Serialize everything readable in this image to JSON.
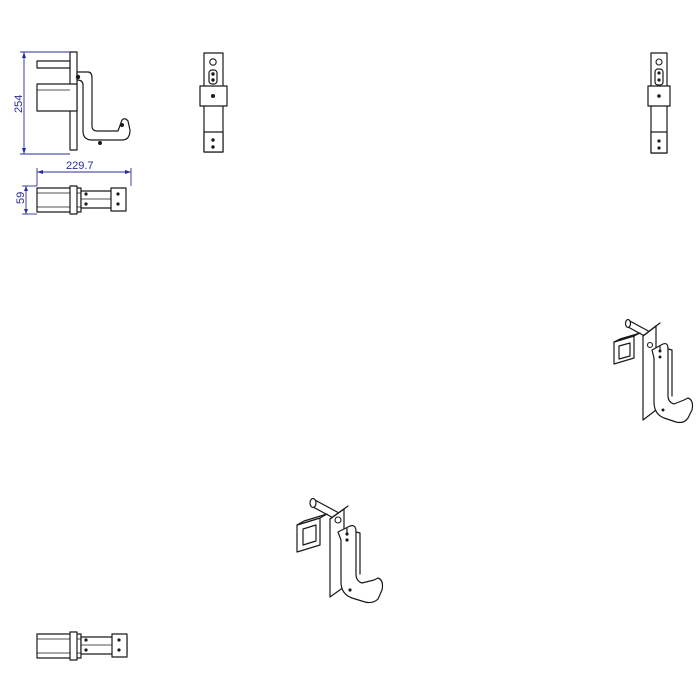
{
  "dimensions": {
    "height_label": "254",
    "width_label": "229.7",
    "depth_label": "59"
  },
  "colors": {
    "line": "#1a1a1a",
    "dimension": "#2b2b9a",
    "background": "#ffffff"
  }
}
